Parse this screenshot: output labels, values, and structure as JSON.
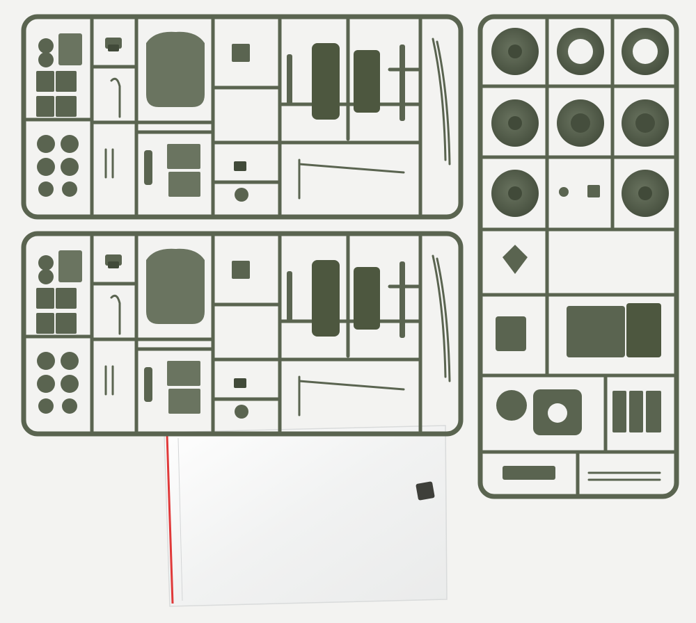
{
  "colors": {
    "background": "#f3f3f1",
    "plastic": "#5a6450",
    "plastic_dark": "#414a39",
    "plastic_light": "#6f7a63",
    "bag": "#ffffff",
    "bag_stripe": "#e03a3a"
  },
  "scene": {
    "objects": [
      "sprue-upper-left",
      "sprue-lower-left",
      "sprue-right-wheels",
      "zip-bag-with-small-part"
    ]
  }
}
